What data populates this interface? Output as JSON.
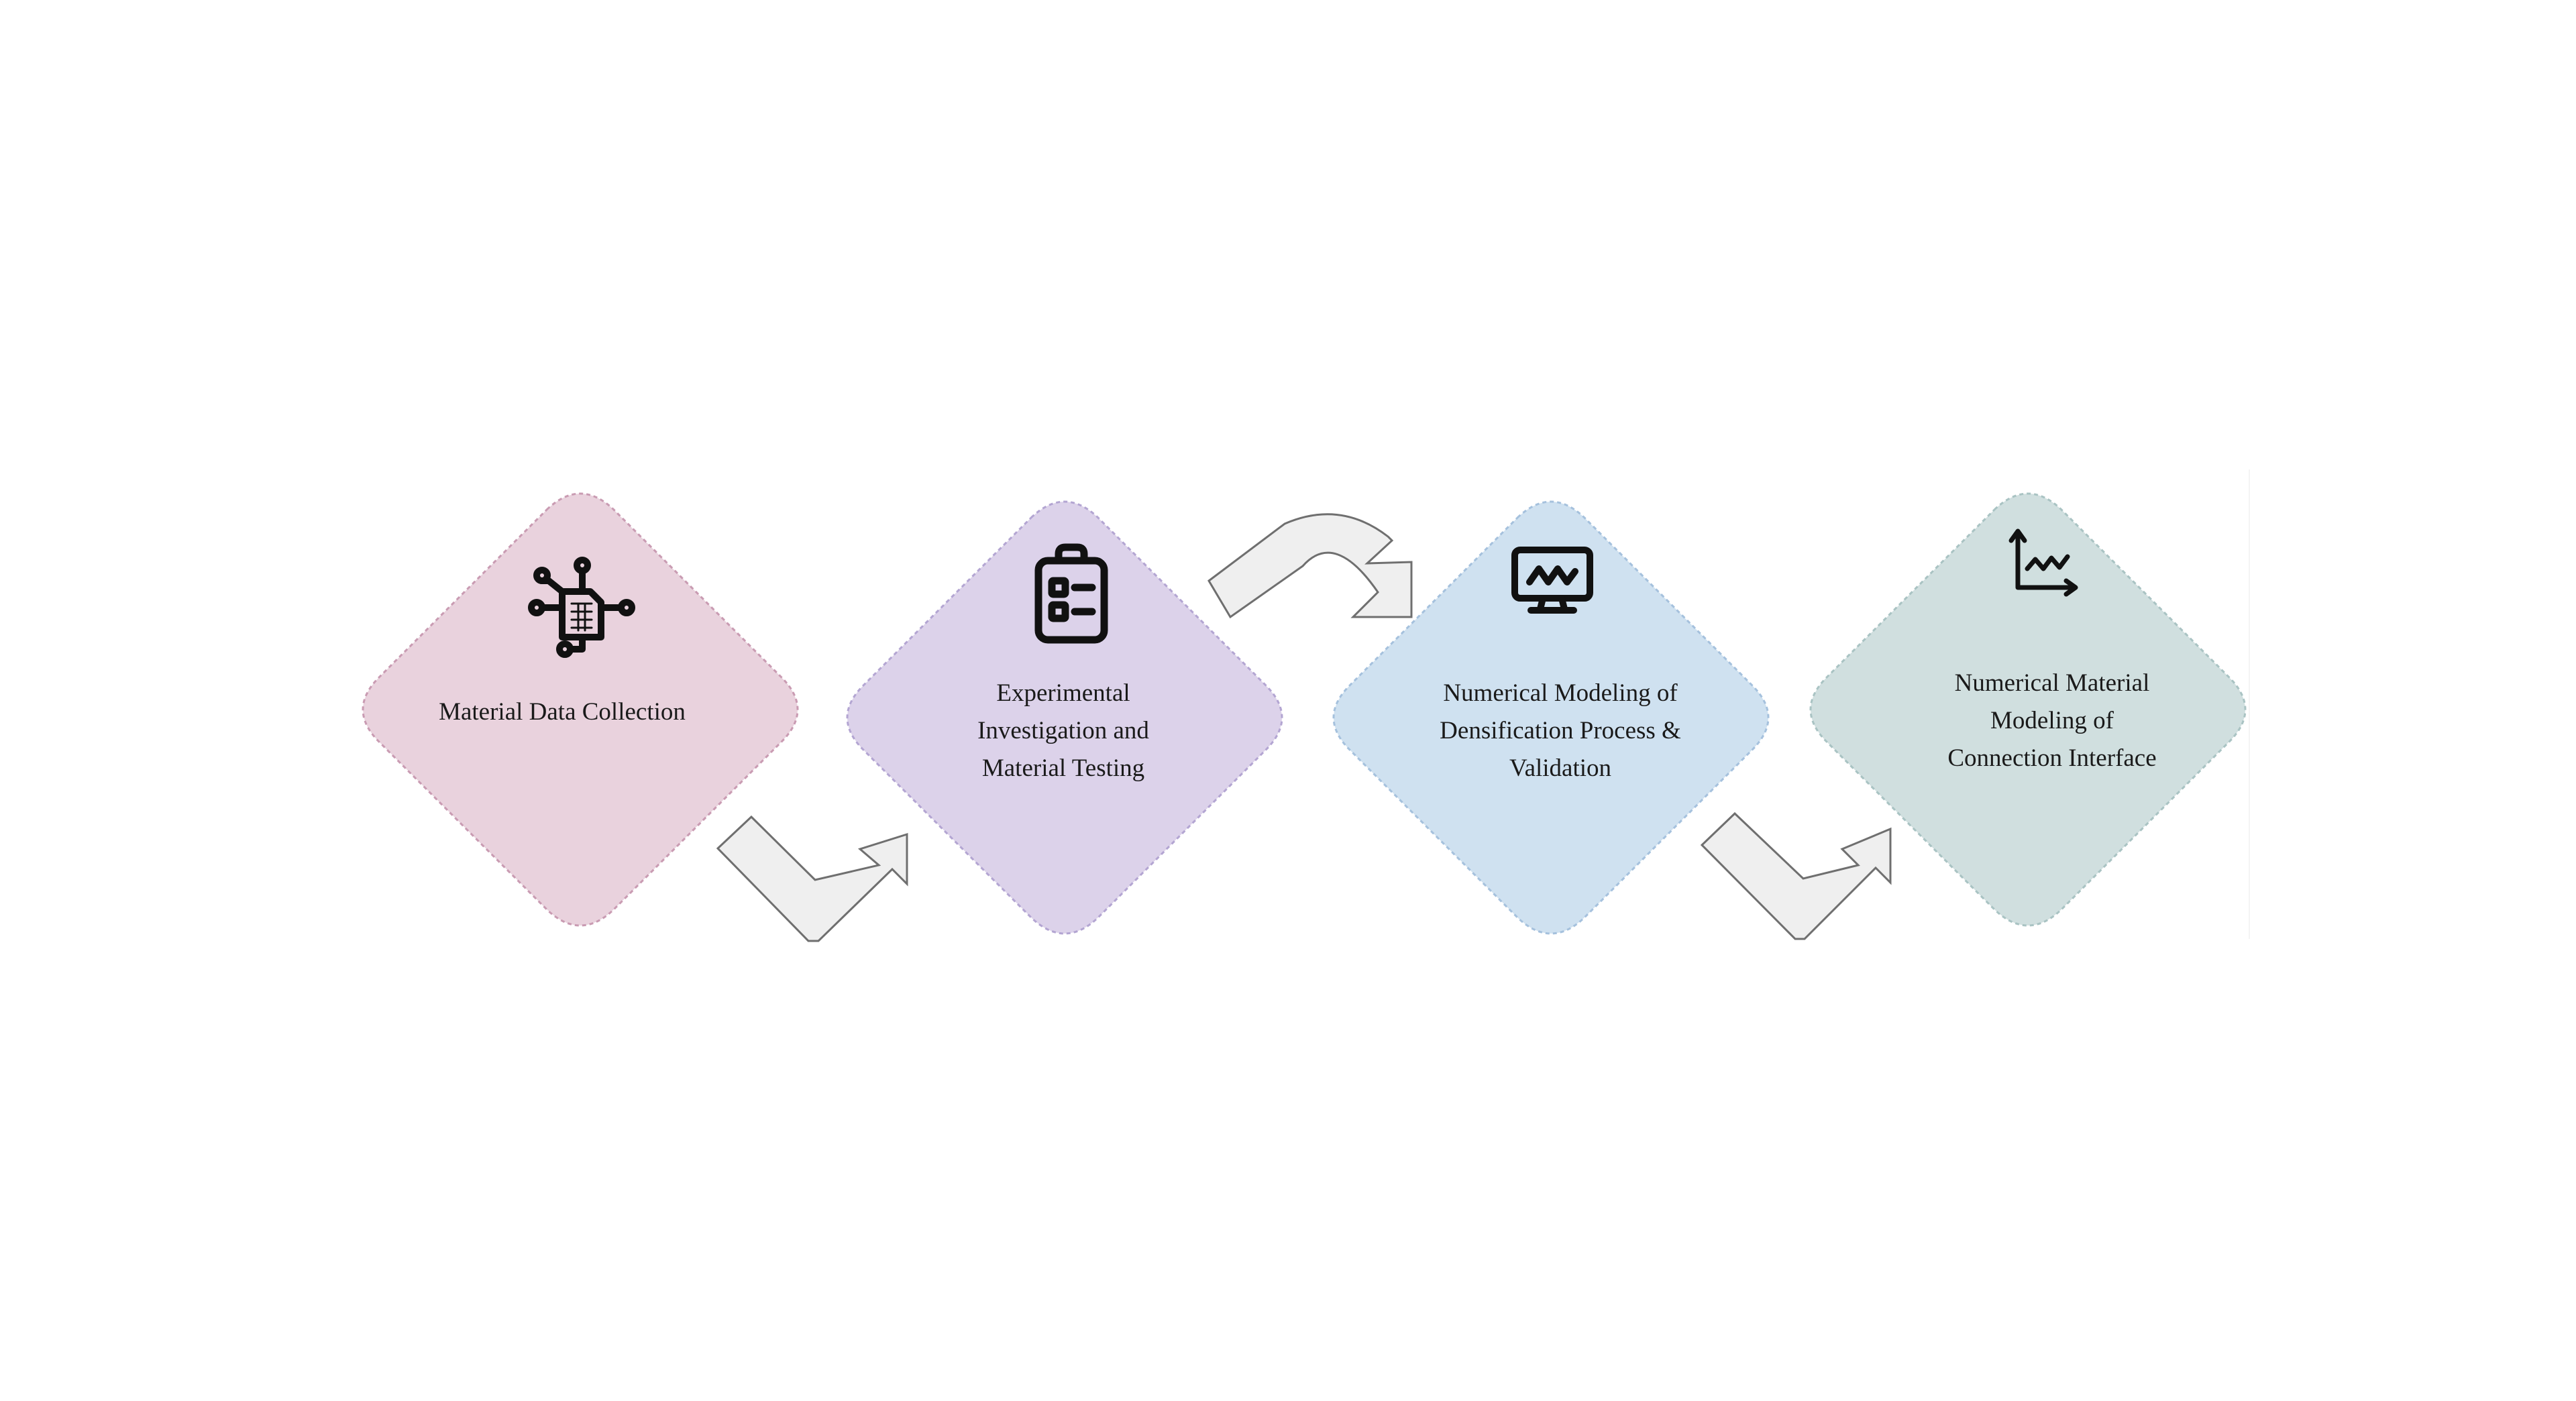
{
  "diagram": {
    "steps": [
      {
        "label": "Material Data Collection",
        "icon": "data-chip-icon",
        "fill": "#e9d2dd",
        "stroke": "#c99bb2"
      },
      {
        "label": "Experimental\nInvestigation and\nMaterial Testing",
        "icon": "clipboard-checklist-icon",
        "fill": "#dcd2ea",
        "stroke": "#b3a5d2"
      },
      {
        "label": "Numerical Modeling of\nDensification Process &\nValidation",
        "icon": "monitor-wave-icon",
        "fill": "#cfe1f0",
        "stroke": "#a5c1dd"
      },
      {
        "label": "Numerical Material\nModeling of\nConnection Interface",
        "icon": "line-chart-icon",
        "fill": "#d0dfdf",
        "stroke": "#a9c3c3"
      }
    ],
    "connectors": [
      {
        "type": "down-up-arrow",
        "icon": "connector-arrow-1"
      },
      {
        "type": "curved-arrow",
        "icon": "connector-arrow-2"
      },
      {
        "type": "down-up-arrow",
        "icon": "connector-arrow-3"
      }
    ],
    "arrow_fill": "#efefef",
    "arrow_stroke": "#6f6f6f",
    "icon_color": "#111111"
  }
}
